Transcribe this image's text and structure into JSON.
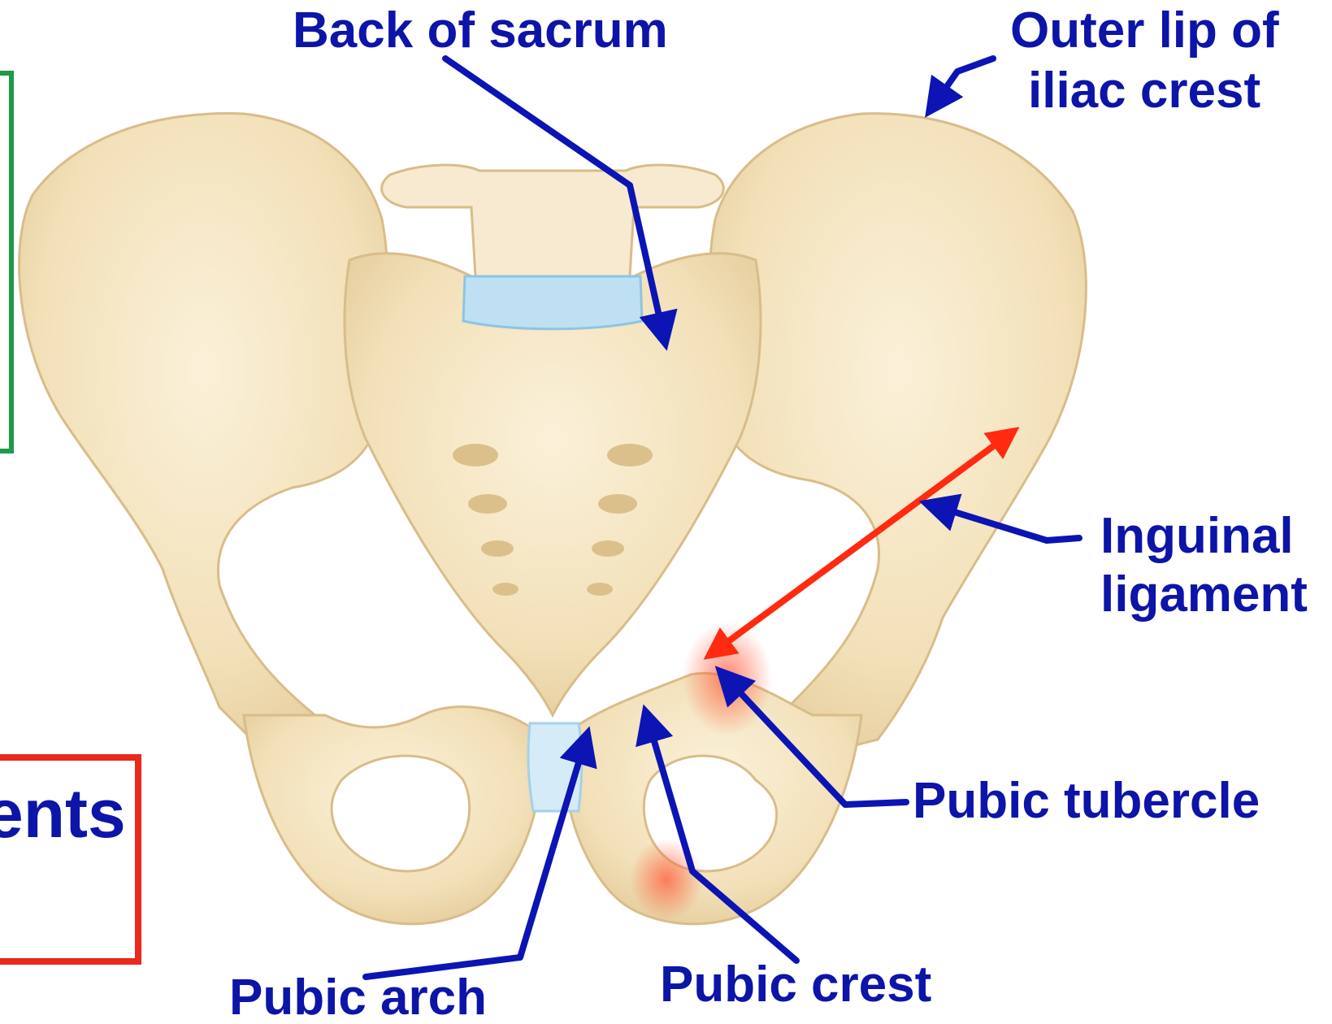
{
  "labels": {
    "back_of_sacrum": "Back of sacrum",
    "outer_lip_line1": "Outer lip of",
    "outer_lip_line2": "iliac crest",
    "inguinal_line1": "Inguinal",
    "inguinal_line2": "ligament",
    "pubic_tubercle": "Pubic tubercle",
    "pubic_arch": "Pubic arch",
    "pubic_crest": "Pubic crest"
  },
  "partial_text": "ents",
  "colors": {
    "label_blue": "#0d14a8",
    "pointer_blue": "#0c14b4",
    "ligament_red": "#ff2a10",
    "bone": "#f3e3bf",
    "bone_shade": "#e2c896",
    "cartilage": "#bfe0f2",
    "green_frame": "#1e9a4a",
    "red_frame": "#e8291c"
  }
}
